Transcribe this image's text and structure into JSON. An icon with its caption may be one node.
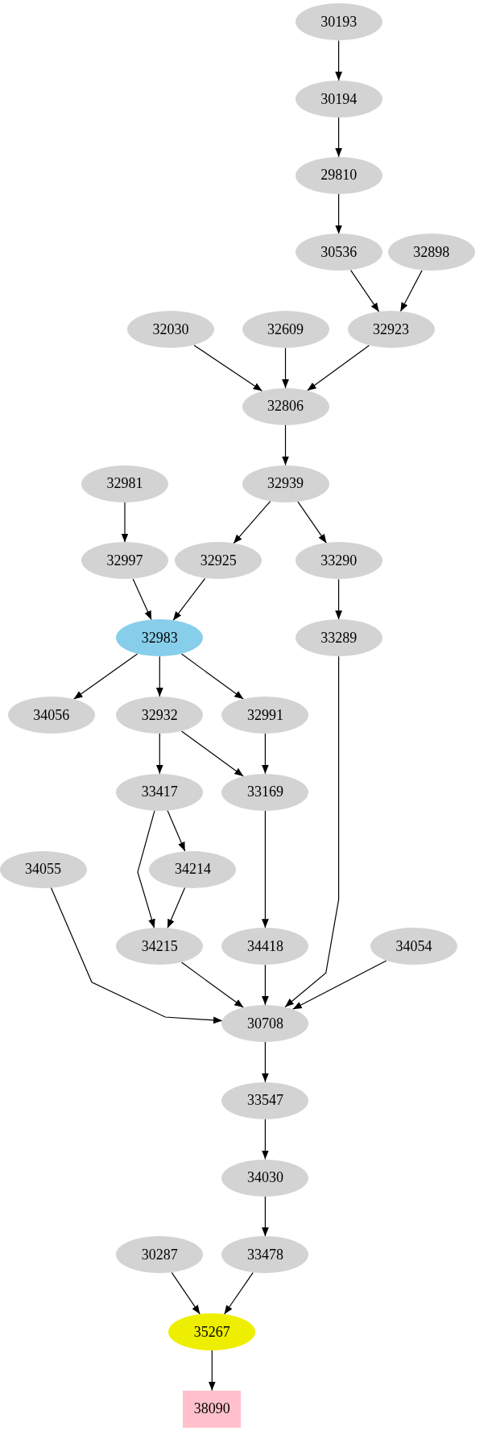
{
  "diagram": {
    "nodes": [
      {
        "text": [
          "30193"
        ]
      },
      {
        "text": [
          "30194"
        ]
      },
      {
        "text": [
          "29810"
        ]
      },
      {
        "text": [
          "30536"
        ]
      },
      {
        "text": [
          "32898"
        ]
      },
      {
        "text": [
          "32030"
        ]
      },
      {
        "text": [
          "32609"
        ]
      },
      {
        "text": [
          "32923"
        ]
      },
      {
        "text": [
          "32806"
        ]
      },
      {
        "text": [
          "32981"
        ]
      },
      {
        "text": [
          "32939"
        ]
      },
      {
        "text": [
          "32997"
        ]
      },
      {
        "text": [
          "32925"
        ]
      },
      {
        "text": [
          "33290"
        ]
      },
      {
        "text": [
          "32983"
        ]
      },
      {
        "text": [
          "33289"
        ]
      },
      {
        "text": [
          "34056"
        ]
      },
      {
        "text": [
          "32932"
        ]
      },
      {
        "text": [
          "32991"
        ]
      },
      {
        "text": [
          "33417"
        ]
      },
      {
        "text": [
          "33169"
        ]
      },
      {
        "text": [
          "34055"
        ]
      },
      {
        "text": [
          "34214"
        ]
      },
      {
        "text": [
          "34215"
        ]
      },
      {
        "text": [
          "34418"
        ]
      },
      {
        "text": [
          "34054"
        ]
      },
      {
        "text": [
          "30708"
        ]
      },
      {
        "text": [
          "33547"
        ]
      },
      {
        "text": [
          "34030"
        ]
      },
      {
        "text": [
          "30287"
        ]
      },
      {
        "text": [
          "33478"
        ]
      },
      {
        "text": [
          "35267"
        ]
      },
      {
        "text": [
          "38090"
        ]
      }
    ],
    "edges": [
      {
        "from": 0,
        "to": 1,
        "arrow": "to"
      },
      {
        "from": 1,
        "to": 2,
        "arrow": "to"
      },
      {
        "from": 2,
        "to": 3,
        "arrow": "to"
      },
      {
        "from": 3,
        "to": 7,
        "arrow": "to"
      },
      {
        "from": 4,
        "to": 7,
        "arrow": "to"
      },
      {
        "from": 5,
        "to": 8,
        "arrow": "to"
      },
      {
        "from": 6,
        "to": 8,
        "arrow": "to"
      },
      {
        "from": 7,
        "to": 8,
        "arrow": "to"
      },
      {
        "from": 8,
        "to": 10,
        "arrow": "to"
      },
      {
        "from": 9,
        "to": 11,
        "arrow": "to"
      },
      {
        "from": 10,
        "to": 12,
        "arrow": "to"
      },
      {
        "from": 10,
        "to": 13,
        "arrow": "to"
      },
      {
        "from": 11,
        "to": 14,
        "arrow": "to"
      },
      {
        "from": 12,
        "to": 14,
        "arrow": "to"
      },
      {
        "from": 13,
        "to": 15,
        "arrow": "to"
      },
      {
        "from": 14,
        "to": 16,
        "arrow": "to"
      },
      {
        "from": 14,
        "to": 17,
        "arrow": "to"
      },
      {
        "from": 14,
        "to": 18,
        "arrow": "to"
      },
      {
        "from": 17,
        "to": 19,
        "arrow": "to"
      },
      {
        "from": 17,
        "to": 20,
        "arrow": "to"
      },
      {
        "from": 18,
        "to": 20,
        "arrow": "to"
      },
      {
        "from": 19,
        "to": 22,
        "arrow": "to"
      },
      {
        "from": 19,
        "to": 23,
        "arrow": "to"
      },
      {
        "from": 22,
        "to": 23,
        "arrow": "to"
      },
      {
        "from": 20,
        "to": 24,
        "arrow": "to"
      },
      {
        "from": 21,
        "to": 26,
        "arrow": "to"
      },
      {
        "from": 23,
        "to": 26,
        "arrow": "to"
      },
      {
        "from": 24,
        "to": 26,
        "arrow": "to"
      },
      {
        "from": 15,
        "to": 26,
        "arrow": "to"
      },
      {
        "from": 25,
        "to": 26,
        "arrow": "to"
      },
      {
        "from": 26,
        "to": 27,
        "arrow": "to"
      },
      {
        "from": 27,
        "to": 28,
        "arrow": "to"
      },
      {
        "from": 28,
        "to": 30,
        "arrow": "to"
      },
      {
        "from": 29,
        "to": 31,
        "arrow": "to"
      },
      {
        "from": 30,
        "to": 31,
        "arrow": "to"
      },
      {
        "from": 31,
        "to": 32,
        "arrow": "to"
      }
    ]
  }
}
